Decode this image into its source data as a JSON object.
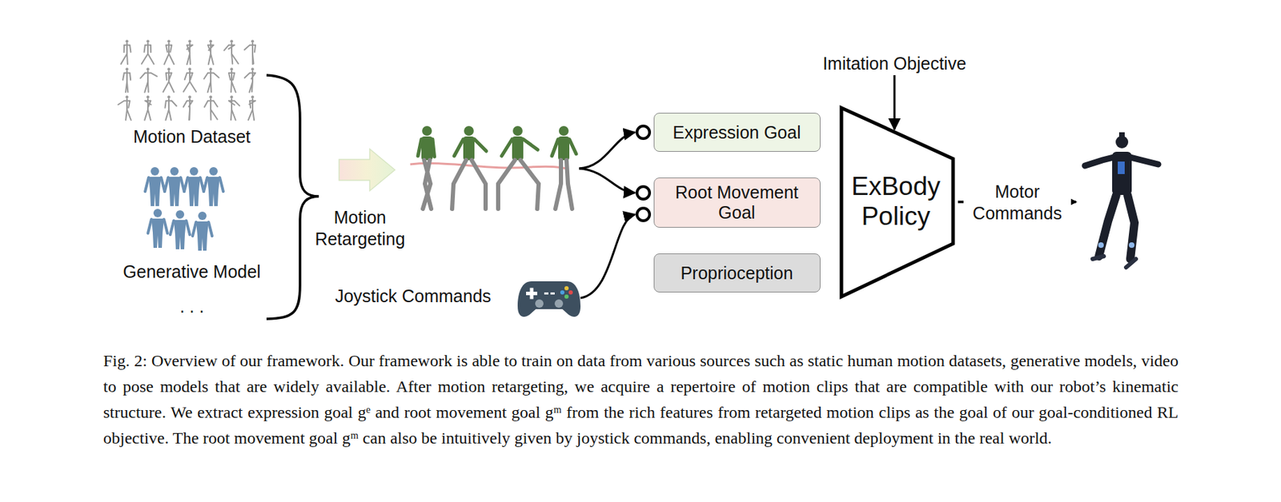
{
  "diagram": {
    "caption": "Fig. 2: Overview of our framework. Our framework is able to train on data from various sources such as static human motion datasets, generative models, video to pose models that are widely available. After motion retargeting, we acquire a repertoire of motion clips that are compatible with our robot’s kinematic structure. We extract expression goal gᵉ and root movement goal gᵐ from the rich features from retargeted motion clips as the goal of our goal-conditioned RL objective. The root movement goal gᵐ can also be intuitively given by joystick commands, enabling convenient deployment in the real world.",
    "nodes": [
      {
        "text": [
          "Expression Goal"
        ]
      },
      {
        "text": [
          "Root Movement Goal"
        ]
      },
      {
        "text": [
          "Proprioception"
        ]
      },
      {
        "text": [
          "ExBody Policy"
        ]
      }
    ],
    "labels": [
      "Imitation Objective",
      "Motion Dataset",
      "Generative Model",
      ". . .",
      "Motion Retargeting",
      "Joystick Commands",
      "Motor Commands"
    ]
  }
}
